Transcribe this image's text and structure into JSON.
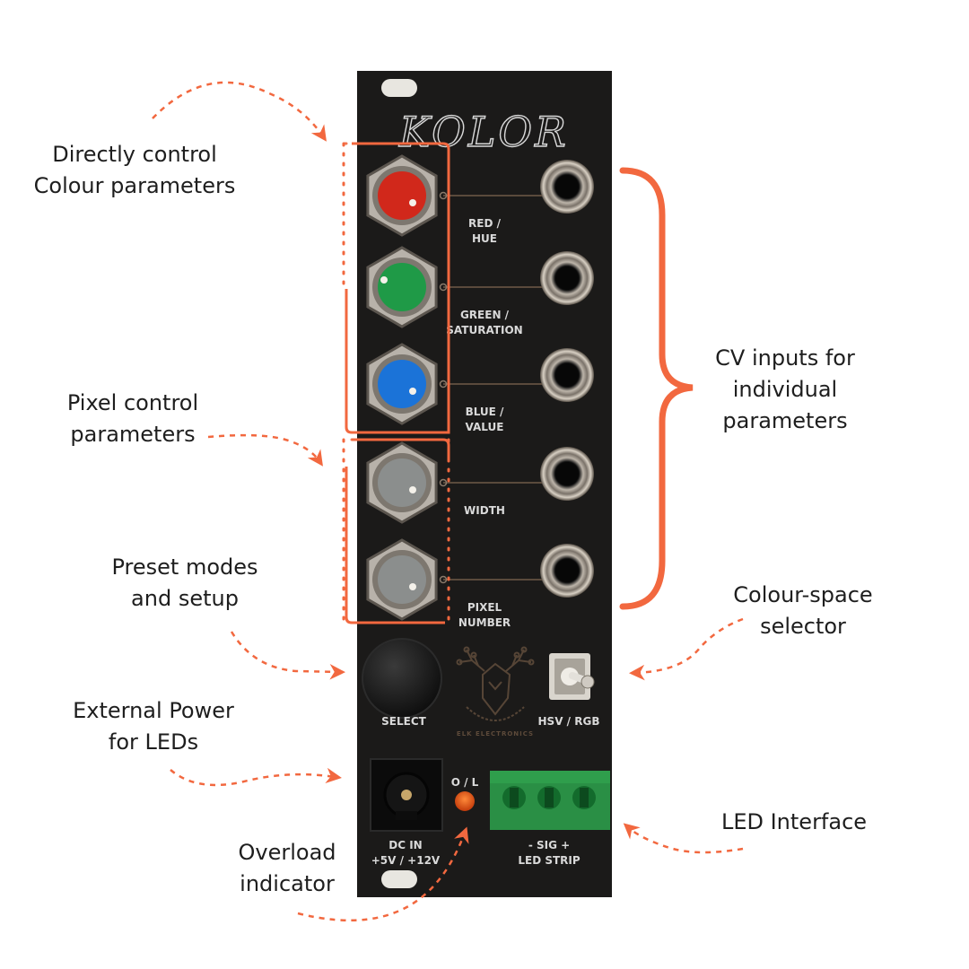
{
  "module": {
    "title": "KOLOR",
    "brand": "ELK ELECTRONICS",
    "controls": [
      {
        "id": "red",
        "label_lines": [
          "RED /",
          "HUE"
        ],
        "cap_color": "#d1281b"
      },
      {
        "id": "green",
        "label_lines": [
          "GREEN /",
          "SATURATION"
        ],
        "cap_color": "#1f9a47"
      },
      {
        "id": "blue",
        "label_lines": [
          "BLUE /",
          "VALUE"
        ],
        "cap_color": "#1b73d8"
      },
      {
        "id": "width",
        "label_lines": [
          "WIDTH"
        ],
        "cap_color": "#8b8e8d"
      },
      {
        "id": "pixel",
        "label_lines": [
          "PIXEL",
          "NUMBER"
        ],
        "cap_color": "#8b8e8d"
      }
    ],
    "select_label": "SELECT",
    "switch_label": "HSV / RGB",
    "dc_label_lines": [
      "DC IN",
      "+5V / +12V"
    ],
    "overload_label": "O / L",
    "led_strip_label_lines": [
      "- SIG +",
      "LED STRIP"
    ]
  },
  "annotations": {
    "directly_control": [
      "Directly control",
      "Colour parameters"
    ],
    "pixel_control": [
      "Pixel control",
      "parameters"
    ],
    "preset_modes": [
      "Preset modes",
      "and setup"
    ],
    "external_power": [
      "External Power",
      "for LEDs"
    ],
    "overload": [
      "Overload",
      "indicator"
    ],
    "cv_inputs": [
      "CV inputs for",
      "individual",
      "parameters"
    ],
    "colour_space": [
      "Colour-space",
      "selector"
    ],
    "led_interface": [
      "LED Interface"
    ]
  },
  "colors": {
    "accent": "#f2683f",
    "panel": "#1b1a19",
    "panel_text": "#d9d9d9"
  }
}
